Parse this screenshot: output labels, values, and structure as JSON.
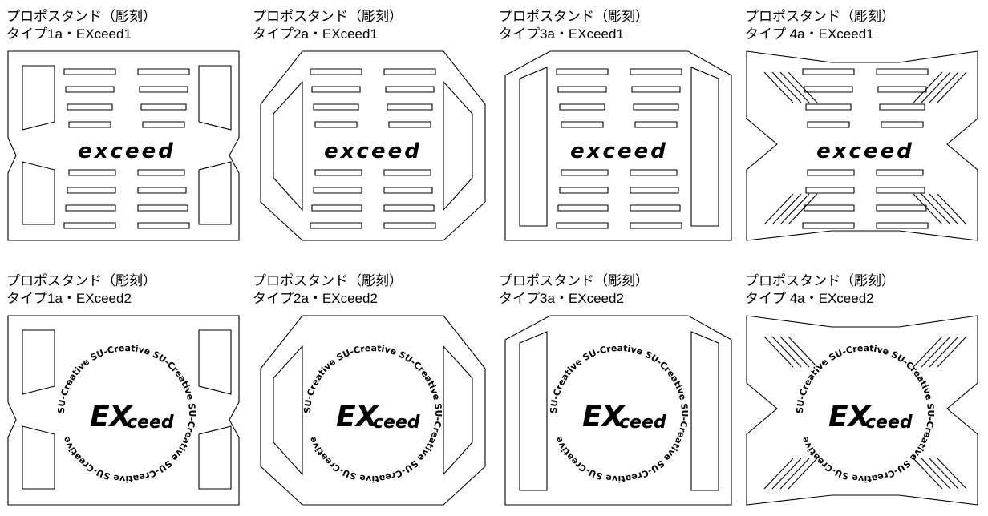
{
  "items": [
    {
      "line1": "プロポスタンド（彫刻）",
      "line2": "タイプ1a・EXceed1",
      "shape": "type1",
      "engraving": "exceed1",
      "logo_text": "exceed"
    },
    {
      "line1": "プロポスタンド（彫刻）",
      "line2": "タイプ2a・EXceed1",
      "shape": "type2",
      "engraving": "exceed1",
      "logo_text": "exceed"
    },
    {
      "line1": "プロポスタンド（彫刻）",
      "line2": "タイプ3a・EXceed1",
      "shape": "type3",
      "engraving": "exceed1",
      "logo_text": "exceed"
    },
    {
      "line1": "プロポスタンド（彫刻）",
      "line2": "タイプ 4a・EXceed1",
      "shape": "type4",
      "engraving": "exceed1",
      "logo_text": "exceed"
    },
    {
      "line1": "プロポスタンド（彫刻）",
      "line2": "タイプ1a・EXceed2",
      "shape": "type1",
      "engraving": "exceed2",
      "logo_text": "EX ceed",
      "ring_text": "SU-Creative"
    },
    {
      "line1": "プロポスタンド（彫刻）",
      "line2": "タイプ2a・EXceed2",
      "shape": "type2",
      "engraving": "exceed2",
      "logo_text": "EX ceed",
      "ring_text": "SU-Creative"
    },
    {
      "line1": "プロポスタンド（彫刻）",
      "line2": "タイプ3a・EXceed2",
      "shape": "type3",
      "engraving": "exceed2",
      "logo_text": "EX ceed",
      "ring_text": "SU-Creative"
    },
    {
      "line1": "プロポスタンド（彫刻）",
      "line2": "タイプ 4a・EXceed2",
      "shape": "type4",
      "engraving": "exceed2",
      "logo_text": "EX ceed",
      "ring_text": "SU-Creative"
    }
  ]
}
